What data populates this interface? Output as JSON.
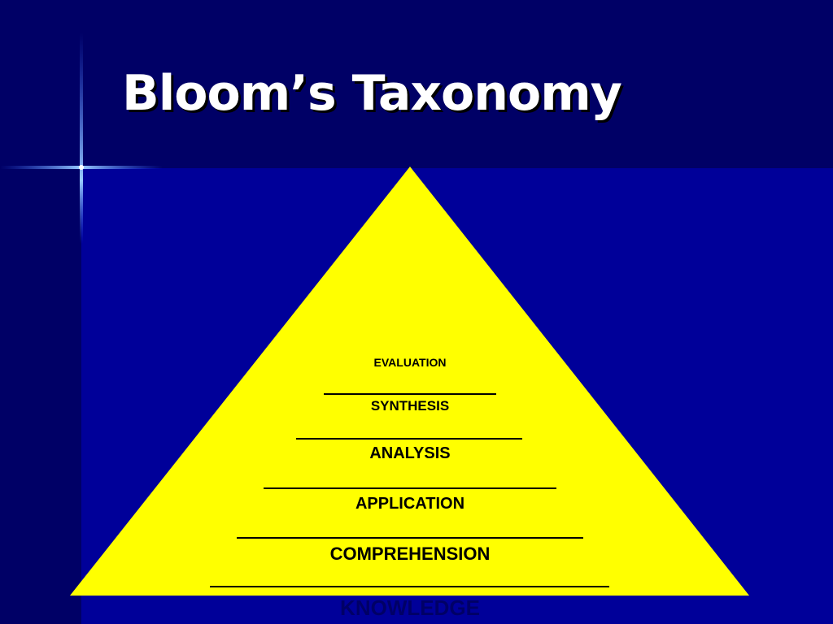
{
  "slide": {
    "title": "Bloom’s Taxonomy",
    "colors": {
      "background": "#000099",
      "title_band": "#000066",
      "pyramid": "#ffff00",
      "title_text": "#ffffff",
      "level_text": "#000000"
    },
    "levels": [
      "EVALUATION",
      "SYNTHESIS",
      "ANALYSIS",
      "APPLICATION",
      "COMPREHENSION",
      "KNOWLEDGE"
    ]
  }
}
